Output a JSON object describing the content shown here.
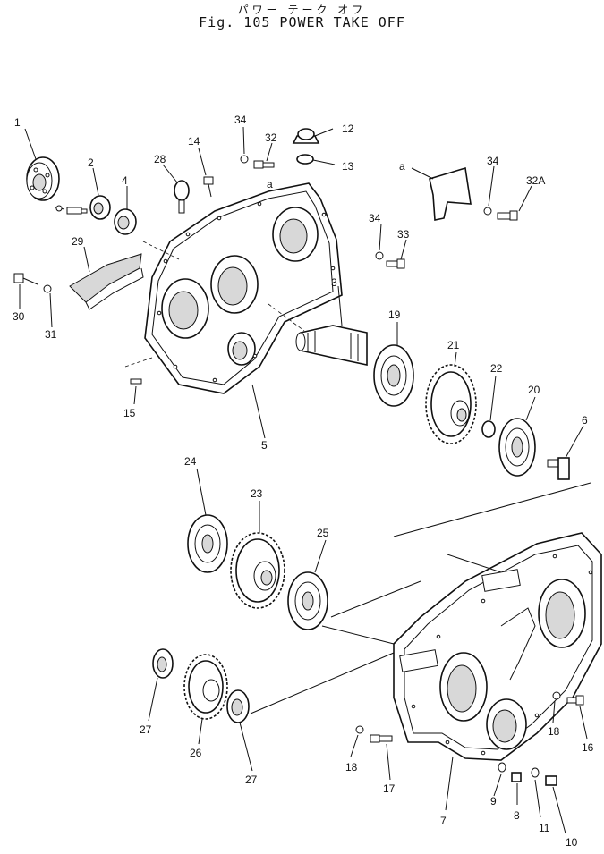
{
  "title": {
    "japanese": "パワー テーク オフ",
    "english": "Fig. 105 POWER TAKE OFF"
  },
  "view_reference": "a",
  "part_labels": [
    "1",
    "2",
    "3",
    "4",
    "5",
    "6",
    "7",
    "8",
    "9",
    "10",
    "11",
    "12",
    "13",
    "14",
    "15",
    "16",
    "17",
    "18",
    "18",
    "19",
    "20",
    "21",
    "22",
    "23",
    "24",
    "25",
    "26",
    "27",
    "27",
    "28",
    "29",
    "30",
    "31",
    "32",
    "32A",
    "33",
    "34",
    "34",
    "34"
  ],
  "parts": [
    {
      "label": "1",
      "icon": "flange-icon"
    },
    {
      "label": "2",
      "icon": "oil-seal-icon"
    },
    {
      "label": "3",
      "icon": "shaft-icon"
    },
    {
      "label": "4",
      "icon": "oil-seal-icon"
    },
    {
      "label": "5",
      "icon": "gear-case-cover-icon"
    },
    {
      "label": "6",
      "icon": "fitting-icon"
    },
    {
      "label": "7",
      "icon": "gear-case-icon"
    },
    {
      "label": "8",
      "icon": "plug-icon"
    },
    {
      "label": "9",
      "icon": "gasket-icon"
    },
    {
      "label": "10",
      "icon": "plug-icon"
    },
    {
      "label": "11",
      "icon": "gasket-icon"
    },
    {
      "label": "12",
      "icon": "breather-icon"
    },
    {
      "label": "13",
      "icon": "gasket-icon"
    },
    {
      "label": "14",
      "icon": "bolt-icon"
    },
    {
      "label": "15",
      "icon": "dowel-pin-icon"
    },
    {
      "label": "16",
      "icon": "bolt-icon"
    },
    {
      "label": "17",
      "icon": "bolt-icon"
    },
    {
      "label": "18",
      "icon": "washer-icon"
    },
    {
      "label": "19",
      "icon": "bearing-icon"
    },
    {
      "label": "20",
      "icon": "bearing-icon"
    },
    {
      "label": "21",
      "icon": "gear-icon"
    },
    {
      "label": "22",
      "icon": "spacer-icon"
    },
    {
      "label": "23",
      "icon": "gear-icon"
    },
    {
      "label": "24",
      "icon": "bearing-icon"
    },
    {
      "label": "25",
      "icon": "bearing-icon"
    },
    {
      "label": "26",
      "icon": "gear-icon"
    },
    {
      "label": "27",
      "icon": "oil-seal-icon"
    },
    {
      "label": "28",
      "icon": "eye-bolt-icon"
    },
    {
      "label": "29",
      "icon": "cover-plate-icon"
    },
    {
      "label": "30",
      "icon": "bolt-icon"
    },
    {
      "label": "31",
      "icon": "washer-icon"
    },
    {
      "label": "32",
      "icon": "bolt-icon"
    },
    {
      "label": "32A",
      "icon": "bolt-icon"
    },
    {
      "label": "33",
      "icon": "bolt-icon"
    },
    {
      "label": "34",
      "icon": "washer-icon"
    }
  ]
}
